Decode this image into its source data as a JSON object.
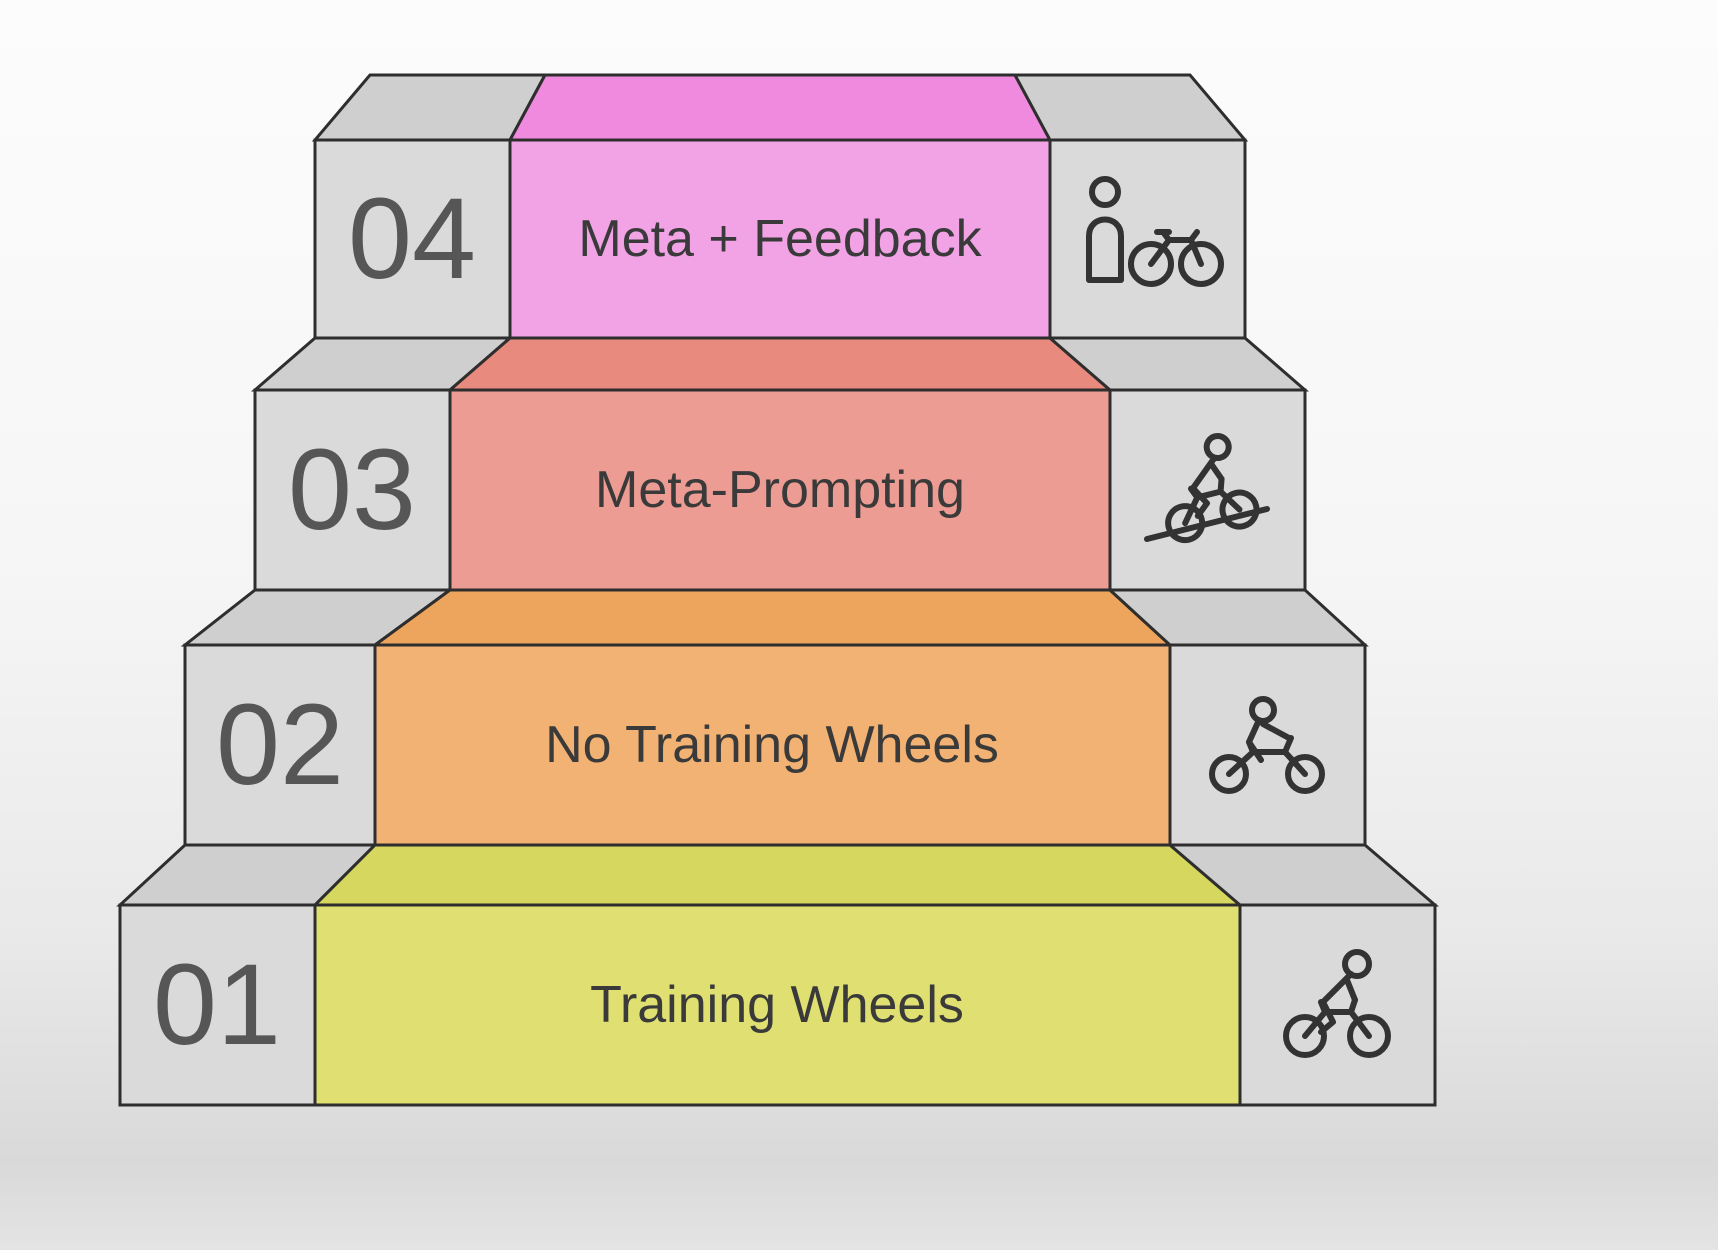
{
  "diagram": {
    "steps": [
      {
        "number": "04",
        "label": "Meta + Feedback",
        "icon": "person-with-bike-icon",
        "color_front": "#f1a3e6",
        "color_top": "#ef8ade"
      },
      {
        "number": "03",
        "label": "Meta-Prompting",
        "icon": "cyclist-uphill-icon",
        "color_front": "#ec9c92",
        "color_top": "#e88a7e"
      },
      {
        "number": "02",
        "label": "No Training Wheels",
        "icon": "cyclist-leaning-icon",
        "color_front": "#f2b273",
        "color_top": "#eda55d"
      },
      {
        "number": "01",
        "label": "Training Wheels",
        "icon": "cyclist-riding-icon",
        "color_front": "#dfe071",
        "color_top": "#d5d75e"
      }
    ],
    "colors": {
      "box_gray_front": "#dadada",
      "box_gray_top": "#cfcfcf",
      "outline": "#2e2e2e",
      "number_text": "#565656",
      "label_text": "#3a3a3a",
      "icon_stroke": "#333333"
    }
  }
}
